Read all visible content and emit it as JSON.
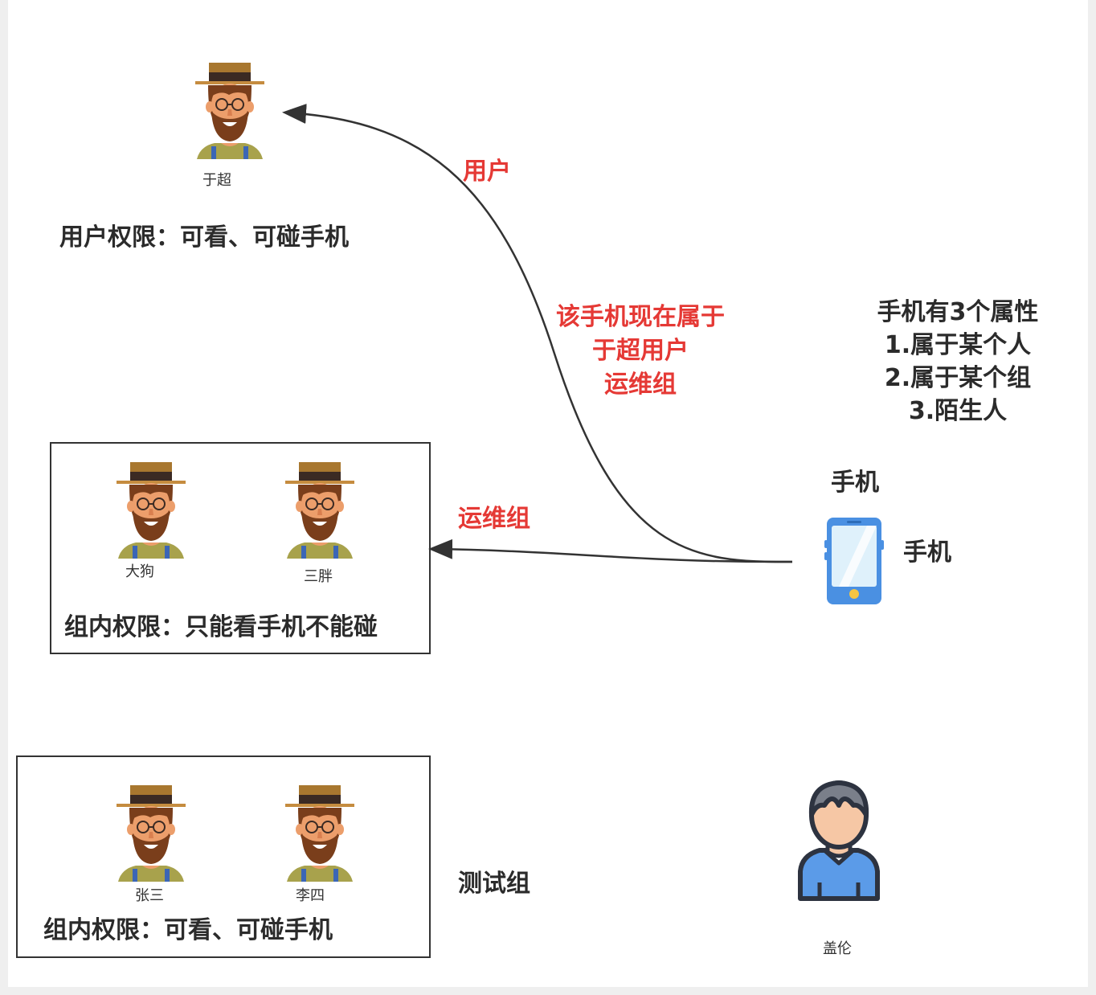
{
  "people": {
    "yuchao": "于超",
    "dagou": "大狗",
    "sanpang": "三胖",
    "zhangsan": "张三",
    "lisi": "李四",
    "gailun": "盖伦"
  },
  "labels": {
    "user_permission": "用户权限：可看、可碰手机",
    "group_permission_ops": "组内权限：只能看手机不能碰",
    "group_permission_test": "组内权限：可看、可碰手机",
    "arrow_user": "用户",
    "arrow_group": "运维组",
    "ownership_line1": "该手机现在属于",
    "ownership_line2": "于超用户",
    "ownership_line3": "运维组",
    "test_group": "测试组",
    "phone_top": "手机",
    "phone_right": "手机"
  },
  "attributes": {
    "title": "手机有3个属性",
    "items": [
      "1.属于某个人",
      "2.属于某个组",
      "3.陌生人"
    ]
  },
  "colors": {
    "accent_red": "#e53935",
    "line": "#333333",
    "phone_blue": "#4a90e2"
  },
  "icons": {
    "farmer": "farmer-avatar-icon",
    "person": "person-avatar-icon",
    "phone": "phone-icon"
  }
}
